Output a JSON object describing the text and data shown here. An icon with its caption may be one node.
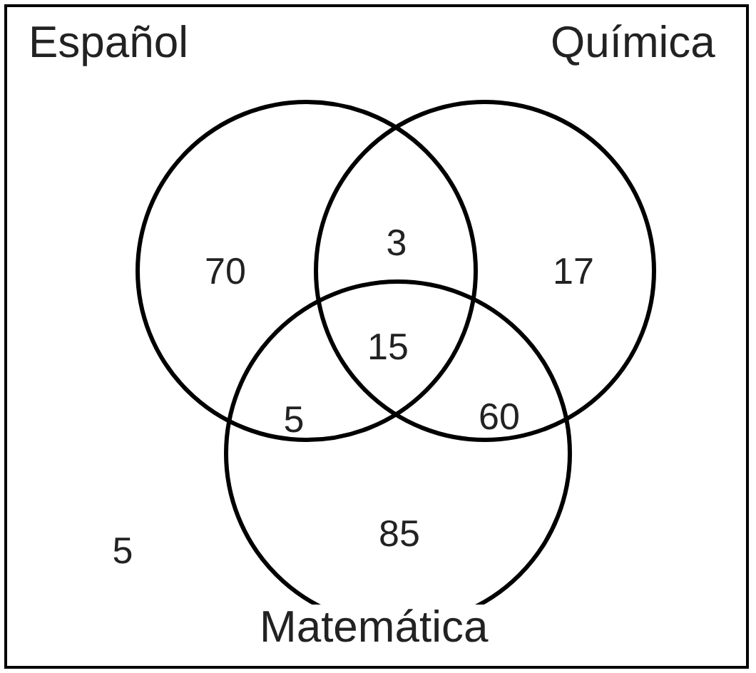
{
  "diagram": {
    "nodes": [
      {
        "text": [
          "Español"
        ]
      },
      {
        "text": [
          "Química"
        ]
      },
      {
        "text": [
          "Matemática"
        ]
      }
    ],
    "labels": [
      "70",
      "3",
      "17",
      "15",
      "5",
      "60",
      "85",
      "5"
    ]
  }
}
